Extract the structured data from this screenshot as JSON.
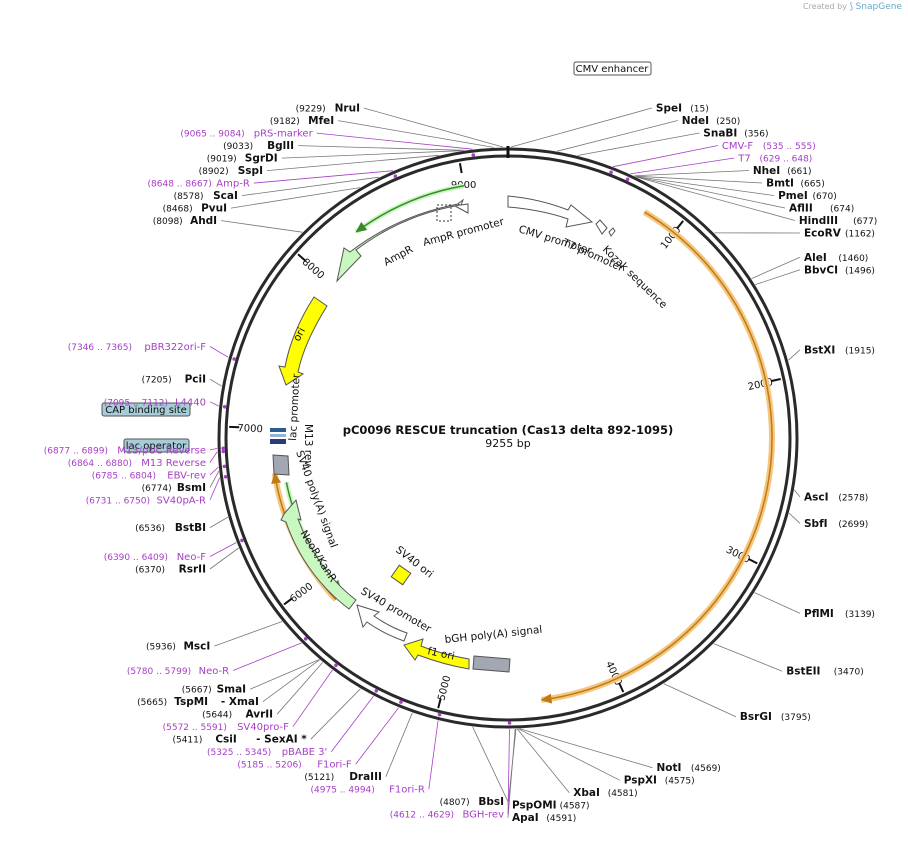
{
  "credit": {
    "text": "Created by",
    "brand": "SnapGene"
  },
  "plasmid": {
    "name": "pC0096 RESCUE truncation (Cas13 delta 892-1095)",
    "size_label": "9255 bp",
    "total_bp": 9255
  },
  "ticks": [
    {
      "bp": 1000,
      "label": "1000"
    },
    {
      "bp": 2000,
      "label": "2000"
    },
    {
      "bp": 3000,
      "label": "3000"
    },
    {
      "bp": 4000,
      "label": "4000"
    },
    {
      "bp": 5000,
      "label": "5000"
    },
    {
      "bp": 6000,
      "label": "6000"
    },
    {
      "bp": 7000,
      "label": "7000"
    },
    {
      "bp": 8000,
      "label": "8000"
    },
    {
      "bp": 9000,
      "label": "9000"
    }
  ],
  "enzymes": [
    {
      "name": "SpeI",
      "pos": "(15)",
      "bp": 15,
      "side": "right"
    },
    {
      "name": "NdeI",
      "pos": "(250)",
      "bp": 250,
      "side": "right"
    },
    {
      "name": "SnaBI",
      "pos": "(356)",
      "bp": 356,
      "side": "right"
    },
    {
      "name": "NheI",
      "pos": "(661)",
      "bp": 661,
      "side": "right"
    },
    {
      "name": "BmtI",
      "pos": "(665)",
      "bp": 665,
      "side": "right"
    },
    {
      "name": "PmeI",
      "pos": "(670)",
      "bp": 670,
      "side": "right"
    },
    {
      "name": "AflII",
      "pos": "(674)",
      "bp": 674,
      "side": "right"
    },
    {
      "name": "HindIII",
      "pos": "(677)",
      "bp": 677,
      "side": "right"
    },
    {
      "name": "EcoRV",
      "pos": "(1162)",
      "bp": 1162,
      "side": "right"
    },
    {
      "name": "AleI",
      "pos": "(1460)",
      "bp": 1460,
      "side": "right"
    },
    {
      "name": "BbvCI",
      "pos": "(1496)",
      "bp": 1496,
      "side": "right"
    },
    {
      "name": "BstXI",
      "pos": "(1915)",
      "bp": 1915,
      "side": "right"
    },
    {
      "name": "AscI",
      "pos": "(2578)",
      "bp": 2578,
      "side": "right"
    },
    {
      "name": "SbfI",
      "pos": "(2699)",
      "bp": 2699,
      "side": "right"
    },
    {
      "name": "PflMI",
      "pos": "(3139)",
      "bp": 3139,
      "side": "right"
    },
    {
      "name": "BstEII",
      "pos": "(3470)",
      "bp": 3470,
      "side": "right"
    },
    {
      "name": "BsrGI",
      "pos": "(3795)",
      "bp": 3795,
      "side": "right"
    },
    {
      "name": "NotI",
      "pos": "(4569)",
      "bp": 4569,
      "side": "right"
    },
    {
      "name": "PspXI",
      "pos": "(4575)",
      "bp": 4575,
      "side": "right"
    },
    {
      "name": "XbaI",
      "pos": "(4581)",
      "bp": 4581,
      "side": "right"
    },
    {
      "name": "PspOMI",
      "pos": "(4587)",
      "bp": 4587,
      "side": "right"
    },
    {
      "name": "ApaI",
      "pos": "(4591)",
      "bp": 4591,
      "side": "right"
    },
    {
      "name": "BbsI",
      "pos": "(4807)",
      "bp": 4807,
      "side": "left"
    },
    {
      "name": "DraIII",
      "pos": "(5121)",
      "bp": 5121,
      "side": "left"
    },
    {
      "name": "CsiI",
      "pos": "(5411)",
      "bp": 5411,
      "side": "left",
      "extra": "-  SexAI *"
    },
    {
      "name": "AvrII",
      "pos": "(5644)",
      "bp": 5644,
      "side": "left"
    },
    {
      "name": "TspMI",
      "pos": "(5665)",
      "bp": 5665,
      "side": "left",
      "extra": "-  XmaI"
    },
    {
      "name": "SmaI",
      "pos": "(5667)",
      "bp": 5667,
      "side": "left"
    },
    {
      "name": "MscI",
      "pos": "(5936)",
      "bp": 5936,
      "side": "left"
    },
    {
      "name": "RsrII",
      "pos": "(6370)",
      "bp": 6370,
      "side": "left"
    },
    {
      "name": "BstBI",
      "pos": "(6536)",
      "bp": 6536,
      "side": "left"
    },
    {
      "name": "BsmI",
      "pos": "(6774)",
      "bp": 6774,
      "side": "left"
    },
    {
      "name": "PciI",
      "pos": "(7205)",
      "bp": 7205,
      "side": "left"
    },
    {
      "name": "AhdI",
      "pos": "(8098)",
      "bp": 8098,
      "side": "left"
    },
    {
      "name": "PvuI",
      "pos": "(8468)",
      "bp": 8468,
      "side": "left"
    },
    {
      "name": "ScaI",
      "pos": "(8578)",
      "bp": 8578,
      "side": "left"
    },
    {
      "name": "SspI",
      "pos": "(8902)",
      "bp": 8902,
      "side": "left"
    },
    {
      "name": "SgrDI",
      "pos": "(9019)",
      "bp": 9019,
      "side": "left"
    },
    {
      "name": "BglII",
      "pos": "(9033)",
      "bp": 9033,
      "side": "left"
    },
    {
      "name": "MfeI",
      "pos": "(9182)",
      "bp": 9182,
      "side": "left"
    },
    {
      "name": "NruI",
      "pos": "(9229)",
      "bp": 9229,
      "side": "left"
    }
  ],
  "primers": [
    {
      "name": "CMV-F",
      "pos": "(535 .. 555)",
      "bp": 545,
      "side": "right"
    },
    {
      "name": "T7",
      "pos": "(629 .. 648)",
      "bp": 638,
      "side": "right"
    },
    {
      "name": "pRS-marker",
      "pos": "(9065 .. 9084)",
      "bp": 9075,
      "side": "left"
    },
    {
      "name": "Amp-R",
      "pos": "(8648 .. 8667)",
      "bp": 8657,
      "side": "left"
    },
    {
      "name": "pBR322ori-F",
      "pos": "(7346 .. 7365)",
      "bp": 7355,
      "side": "left"
    },
    {
      "name": "L4440",
      "pos": "(7095 .. 7112)",
      "bp": 7103,
      "side": "left"
    },
    {
      "name": "M13/pUC Reverse",
      "pos": "(6877 .. 6899)",
      "bp": 6888,
      "side": "left"
    },
    {
      "name": "M13 Reverse",
      "pos": "(6864 .. 6880)",
      "bp": 6872,
      "side": "left"
    },
    {
      "name": "EBV-rev",
      "pos": "(6785 .. 6804)",
      "bp": 6794,
      "side": "left"
    },
    {
      "name": "SV40pA-R",
      "pos": "(6731 .. 6750)",
      "bp": 6740,
      "side": "left"
    },
    {
      "name": "Neo-F",
      "pos": "(6390 .. 6409)",
      "bp": 6400,
      "side": "left"
    },
    {
      "name": "Neo-R",
      "pos": "(5780 .. 5799)",
      "bp": 5790,
      "side": "left"
    },
    {
      "name": "SV40pro-F",
      "pos": "(5572 .. 5591)",
      "bp": 5582,
      "side": "left"
    },
    {
      "name": "pBABE 3'",
      "pos": "(5325 .. 5345)",
      "bp": 5335,
      "side": "left"
    },
    {
      "name": "F1ori-F",
      "pos": "(5185 .. 5206)",
      "bp": 5195,
      "side": "left"
    },
    {
      "name": "F1ori-R",
      "pos": "(4975 .. 4994)",
      "bp": 4985,
      "side": "left"
    },
    {
      "name": "BGH-rev",
      "pos": "(4612 .. 4629)",
      "bp": 4620,
      "side": "left"
    }
  ],
  "boxed_labels": [
    {
      "name": "CMV enhancer"
    },
    {
      "name": "CAP binding site"
    },
    {
      "name": "lac operator"
    }
  ],
  "features": [
    {
      "name": "CMV promoter"
    },
    {
      "name": "T7 promoter"
    },
    {
      "name": "Kozak sequence"
    },
    {
      "name": "AmpR promoter"
    },
    {
      "name": "AmpR"
    },
    {
      "name": "ori"
    },
    {
      "name": "lac promoter"
    },
    {
      "name": "M13 rev"
    },
    {
      "name": "SV40 poly(A) signal"
    },
    {
      "name": "NeoR/KanR"
    },
    {
      "name": "SV40 ori"
    },
    {
      "name": "SV40 promoter"
    },
    {
      "name": "f1 ori"
    },
    {
      "name": "bGH poly(A) signal"
    }
  ],
  "colors": {
    "backbone": "#2a2a2a",
    "cds_orange": "#f5c77e",
    "cds_orange_dark": "#c07a16",
    "ampr_green": "#c9f7c0",
    "ampr_green_dark": "#3a8a2a",
    "ori_yellow": "#ffff00",
    "terminator_gray": "#a3a7b1",
    "primer": "#a63ec7",
    "boxed_fill": "#a6ccd8"
  }
}
